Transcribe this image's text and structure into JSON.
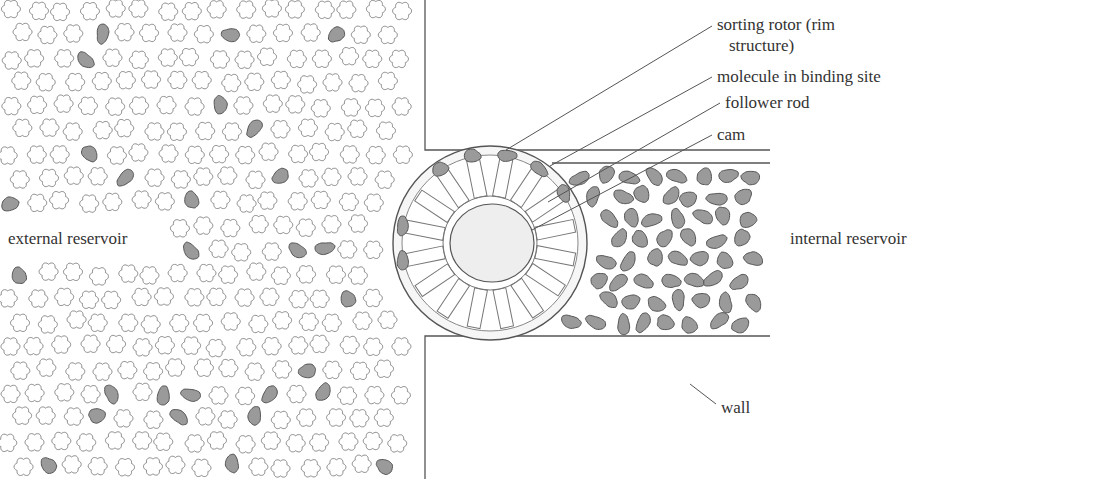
{
  "diagram": {
    "labels": [
      "sorting rotor (rim structure)",
      "molecule in binding site",
      "follower rod",
      "cam",
      "external reservoir",
      "internal reservoir",
      "wall"
    ]
  }
}
